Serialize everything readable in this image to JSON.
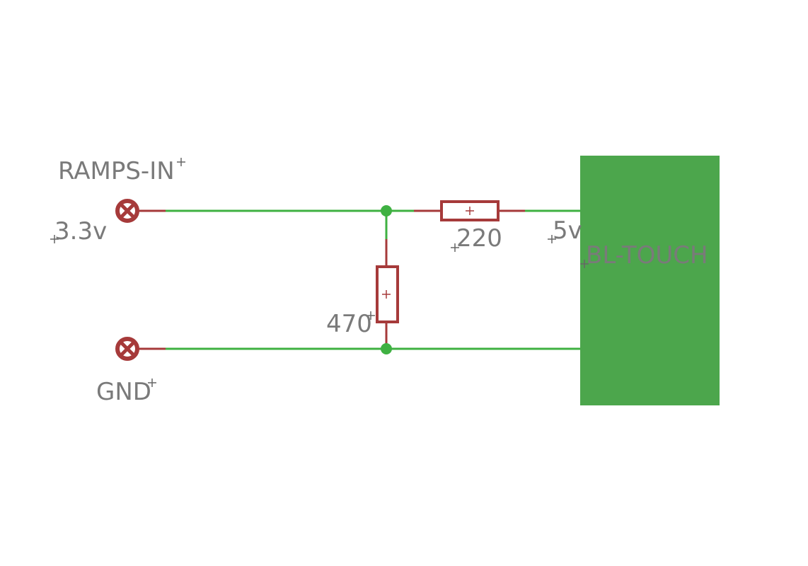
{
  "labels": {
    "header": "RAMPS-IN",
    "input_voltage": "3.3v",
    "ground": "GND",
    "output_voltage": "5v",
    "device": "BL-TOUCH"
  },
  "components": {
    "series_resistor": "220",
    "shunt_resistor": "470"
  },
  "colors": {
    "wire": "#3fb142",
    "component": "#a63a3a",
    "device_block": "#4ca64c",
    "text": "#7a7a7a"
  }
}
